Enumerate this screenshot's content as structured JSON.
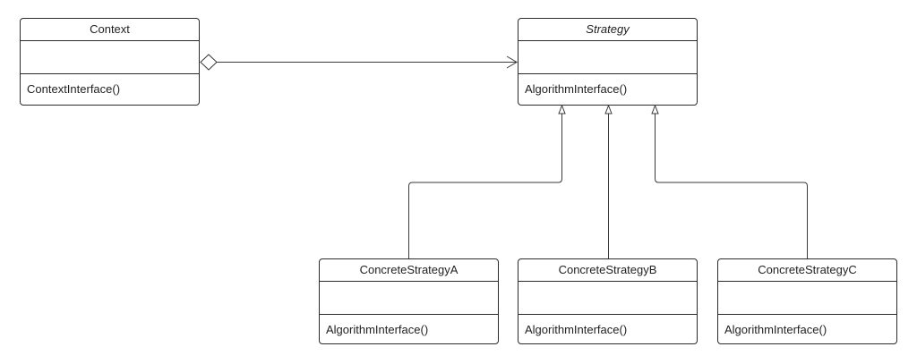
{
  "diagram": {
    "classes": {
      "context": {
        "name": "Context",
        "operation": "ContextInterface()"
      },
      "strategy": {
        "name": "Strategy",
        "operation": "AlgorithmInterface()",
        "abstract": true
      },
      "concrete_a": {
        "name": "ConcreteStrategyA",
        "operation": "AlgorithmInterface()"
      },
      "concrete_b": {
        "name": "ConcreteStrategyB",
        "operation": "AlgorithmInterface()"
      },
      "concrete_c": {
        "name": "ConcreteStrategyC",
        "operation": "AlgorithmInterface()"
      }
    },
    "relationships": [
      {
        "type": "aggregation",
        "from": "Context",
        "to": "Strategy"
      },
      {
        "type": "generalization",
        "from": "ConcreteStrategyA",
        "to": "Strategy"
      },
      {
        "type": "generalization",
        "from": "ConcreteStrategyB",
        "to": "Strategy"
      },
      {
        "type": "generalization",
        "from": "ConcreteStrategyC",
        "to": "Strategy"
      }
    ],
    "colors": {
      "stroke": "#2b2b2b",
      "background": "#ffffff"
    }
  }
}
